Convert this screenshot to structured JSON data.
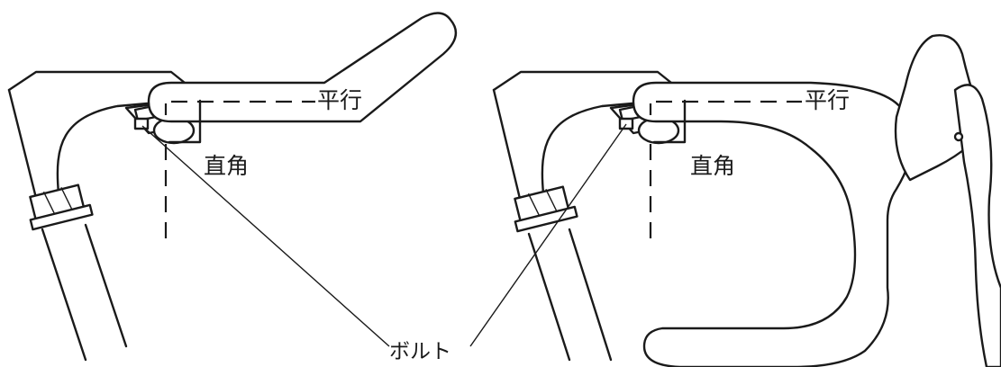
{
  "labels": {
    "parallel": "平行",
    "right_angle": "直角",
    "bolt": "ボルト"
  },
  "colors": {
    "line": "#1a1a1a",
    "background": "#ffffff"
  }
}
